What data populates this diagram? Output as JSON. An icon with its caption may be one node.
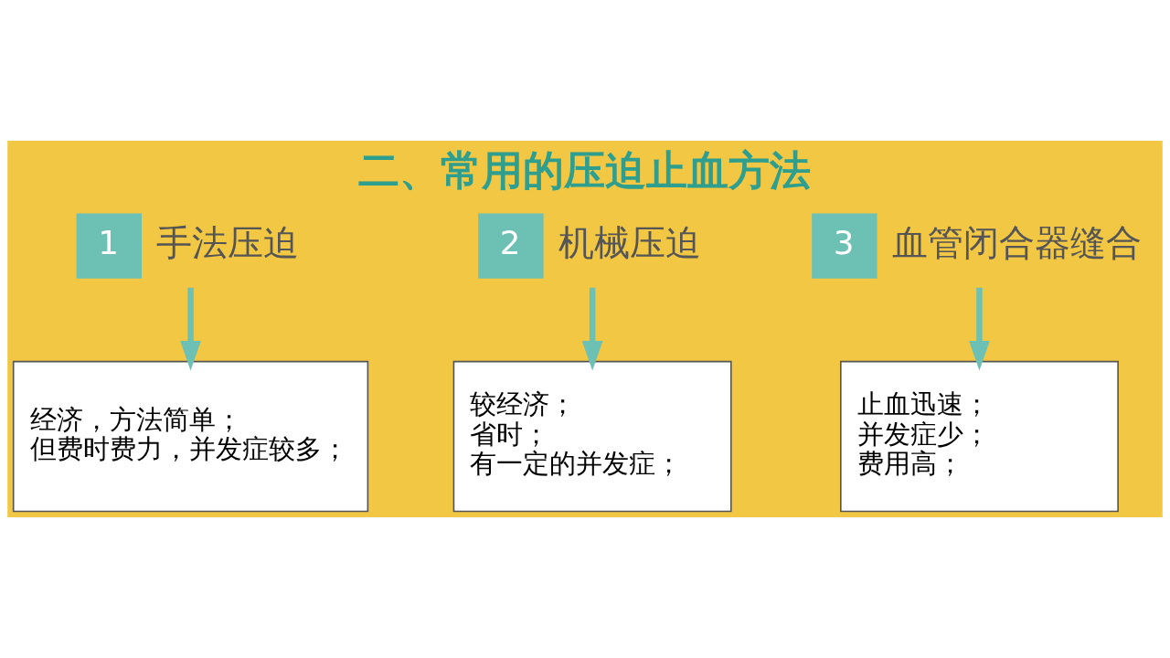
{
  "diagram": {
    "title": "二、常用的压迫止血方法",
    "nodes": [
      {
        "text": [
          "1"
        ],
        "beside": [
          "手法压迫"
        ]
      },
      {
        "text": [
          "经济，方法简单；",
          "但费时费力，并发症较多；"
        ]
      },
      {
        "text": [
          "2"
        ],
        "beside": [
          "机械压迫"
        ]
      },
      {
        "text": [
          "较经济；",
          "省时；",
          "有一定的并发症；"
        ]
      },
      {
        "text": [
          "3"
        ],
        "beside": [
          "血管闭合器缝合"
        ]
      },
      {
        "text": [
          "止血迅速；",
          "并发症少；",
          "费用高；"
        ]
      }
    ],
    "edges": [
      {
        "from": 0,
        "to": 1,
        "arrow": "to"
      },
      {
        "from": 2,
        "to": 3,
        "arrow": "to"
      },
      {
        "from": 4,
        "to": 5,
        "arrow": "to"
      }
    ]
  }
}
